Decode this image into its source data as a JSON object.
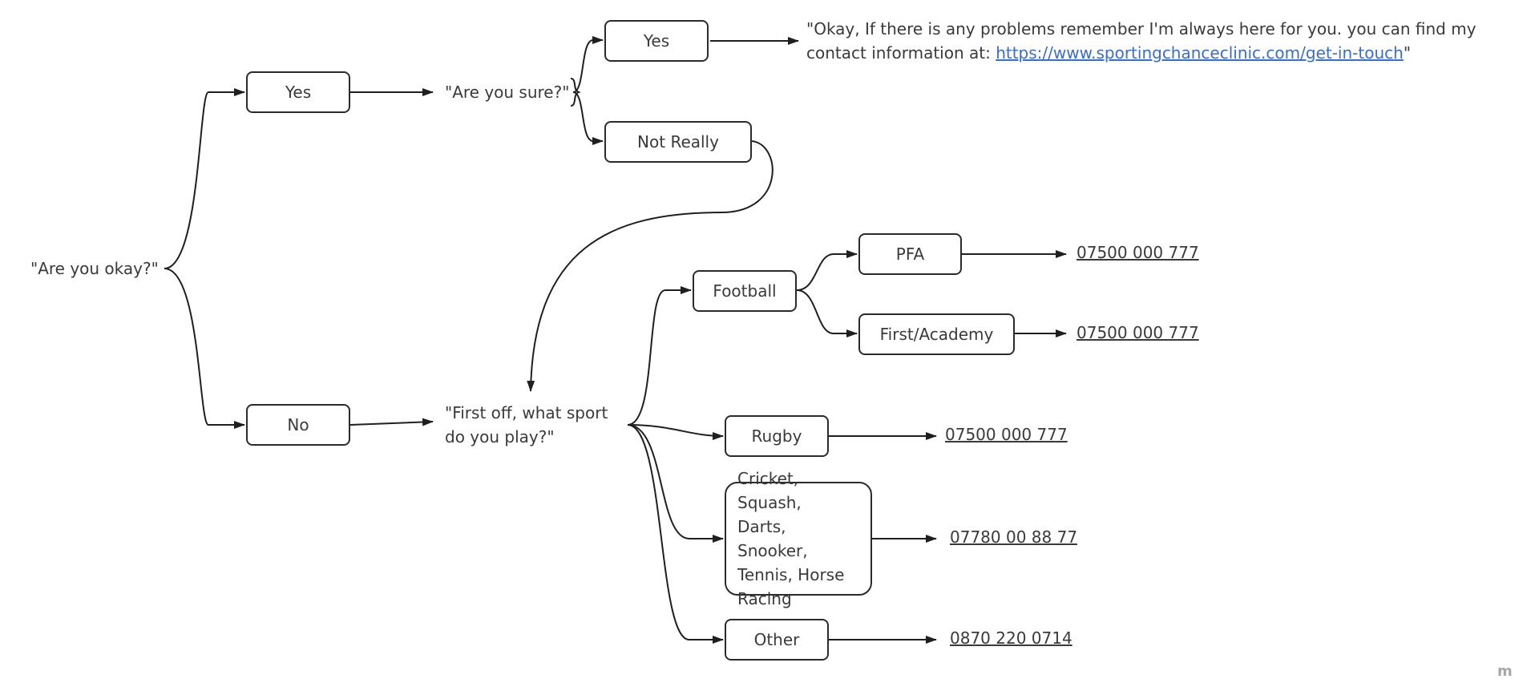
{
  "root": {
    "question": "\"Are you okay?\""
  },
  "yes_branch": {
    "yes_label": "Yes",
    "question": "\"Are you sure?\"",
    "sure_yes_label": "Yes",
    "not_really_label": "Not Really",
    "message_prefix": "\"Okay, If there is any problems remember I'm always here for you. you can find my contact information at: ",
    "message_link": "https://www.sportingchanceclinic.com/get-in-touch",
    "message_suffix": "\""
  },
  "no_branch": {
    "no_label": "No",
    "question_line1": "\"First off, what sport",
    "question_line2": "do you play?\""
  },
  "sports": {
    "football": "Football",
    "pfa": "PFA",
    "pfa_phone": "07500 000 777",
    "first_academy": "First/Academy",
    "first_academy_phone": "07500 000 777",
    "rugby": "Rugby",
    "rugby_phone": "07500 000 777",
    "multi_lines": [
      "Cricket, Squash,",
      "Darts, Snooker,",
      "Tennis, Horse",
      "Racing"
    ],
    "multi_phone": "07780 00 88 77",
    "other": "Other",
    "other_phone": "0870 220 0714"
  },
  "watermark": "m"
}
